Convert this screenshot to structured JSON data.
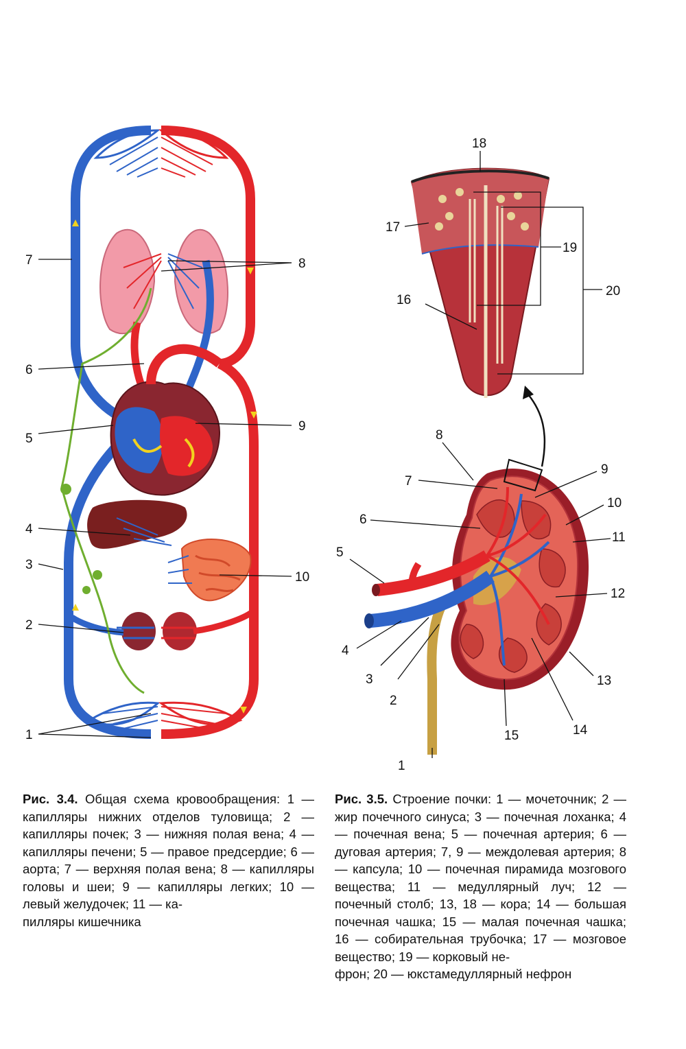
{
  "figure_left": {
    "labels": [
      "1",
      "2",
      "3",
      "4",
      "5",
      "6",
      "7",
      "8",
      "9",
      "10"
    ],
    "caption_title": "Рис. 3.4.",
    "caption_text": "Общая схема кровообращения: 1 — капилляры нижних отделов туловища; 2 — капилляры почек; 3 — нижняя полая вена; 4 — капилляры печени; 5 — правое предсердие; 6 — аорта; 7 — верхняя полая вена; 8 — капилляры головы и шеи; 9 — капилляры легких; 10 — левый желудочек; 11 — ка-",
    "caption_last": "пилляры кишечника"
  },
  "figure_right": {
    "labels": [
      "1",
      "2",
      "3",
      "4",
      "5",
      "6",
      "7",
      "8",
      "9",
      "10",
      "11",
      "12",
      "13",
      "14",
      "15",
      "16",
      "17",
      "18",
      "19",
      "20"
    ],
    "caption_title": "Рис. 3.5.",
    "caption_text": "Строение почки: 1 — мочеточник; 2 — жир почечного синуса; 3 — почечная лоханка; 4 — почечная вена; 5 — почечная артерия; 6 — дуговая артерия; 7, 9 — междолевая артерия; 8 — капсула; 10 — почечная пирамида мозгового вещества; 11 — медуллярный луч; 12 — почечный столб; 13, 18 — кора; 14 — большая почечная чашка; 15 — малая почечная чашка; 16 — собирательная трубочка; 17 — мозговое вещество; 19 — корковый не-",
    "caption_last": "фрон; 20 — юкстамедуллярный нефрон"
  },
  "colors": {
    "artery": "#e3262a",
    "vein": "#2f64c8",
    "lymph": "#6fae2f",
    "lung": "#f29aa8",
    "liver": "#7a1f1f",
    "kidney_cortex": "#c8403a",
    "arrow": "#f2d21e"
  }
}
